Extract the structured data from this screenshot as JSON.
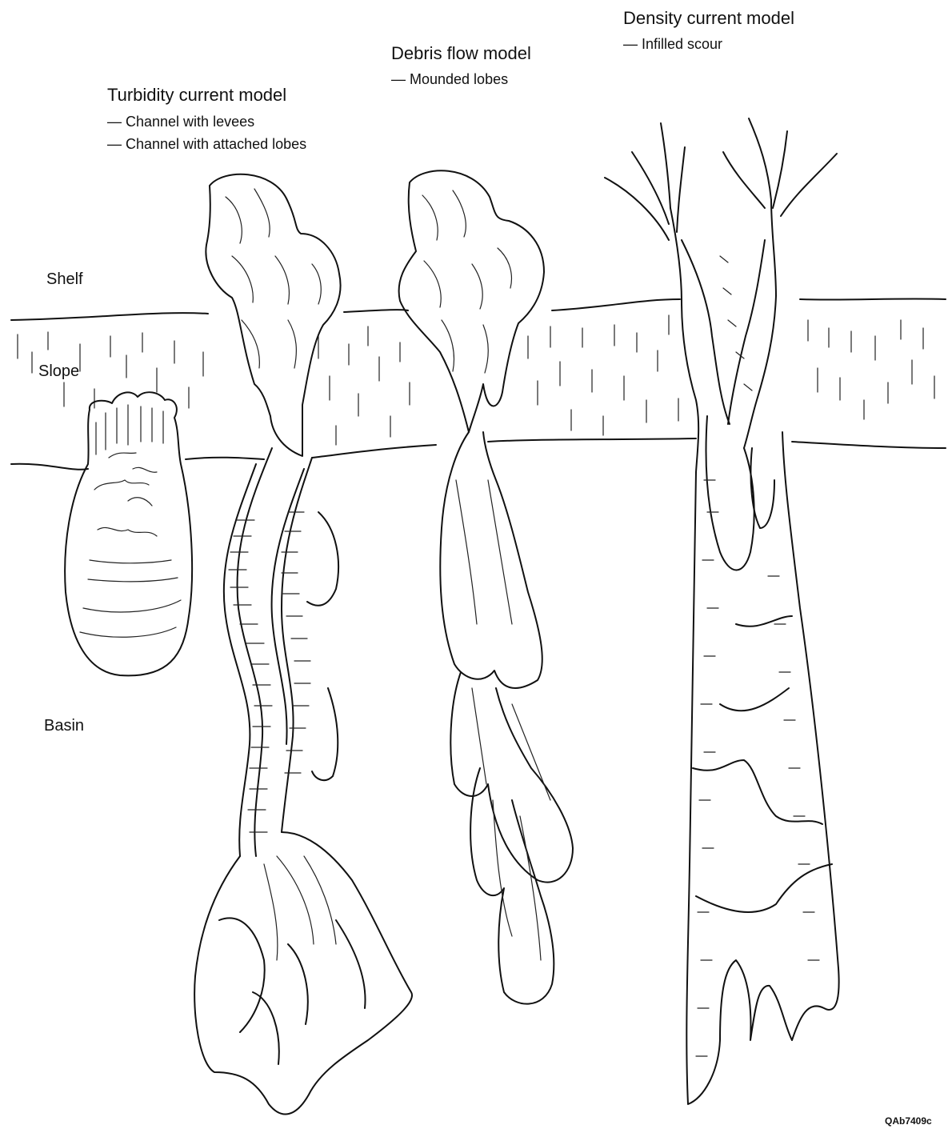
{
  "figure": {
    "zones": {
      "shelf": "Shelf",
      "slope": "Slope",
      "basin": "Basin"
    },
    "models": {
      "turbidity": {
        "title": "Turbidity current model",
        "items": [
          "— Channel with levees",
          "— Channel with attached lobes"
        ]
      },
      "debris": {
        "title": "Debris flow model",
        "items": [
          "— Mounded lobes"
        ]
      },
      "density": {
        "title": "Density current model",
        "items": [
          "— Infilled scour"
        ]
      }
    },
    "code": "QAb7409c"
  }
}
